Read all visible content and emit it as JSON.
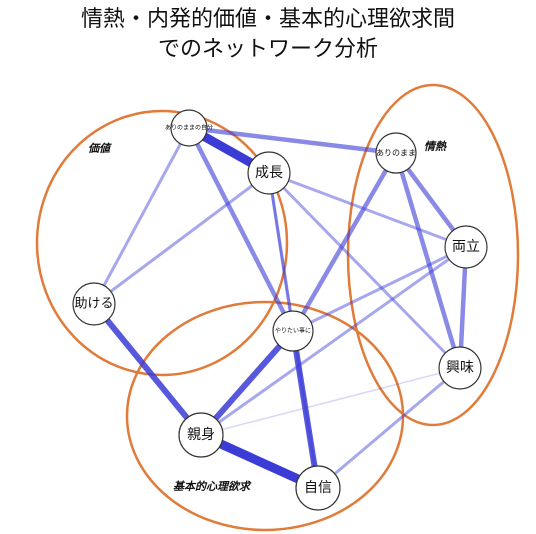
{
  "title": {
    "line1": "情熱・内発的価値・基本的心理欲求間",
    "line2": "でのネットワーク分析"
  },
  "groups": [
    {
      "id": "value",
      "label": "価値"
    },
    {
      "id": "passion",
      "label": "情熱"
    },
    {
      "id": "needs",
      "label": "基本的心理欲求"
    }
  ],
  "nodes": [
    {
      "id": "arinomama_kachi",
      "label": "ありのままの自分"
    },
    {
      "id": "seicho",
      "label": "成長"
    },
    {
      "id": "tasukeru",
      "label": "助ける"
    },
    {
      "id": "arinomama",
      "label": "ありのまま"
    },
    {
      "id": "ryoritsu",
      "label": "両立"
    },
    {
      "id": "kyomi",
      "label": "興味"
    },
    {
      "id": "yaritai",
      "label": "やりたい事に"
    },
    {
      "id": "shinmi",
      "label": "親身"
    },
    {
      "id": "jishin",
      "label": "自信"
    }
  ],
  "edges": [
    {
      "from": "arinomama_kachi",
      "to": "seicho",
      "strength": "strong"
    },
    {
      "from": "arinomama_kachi",
      "to": "arinomama",
      "strength": "medium"
    },
    {
      "from": "arinomama_kachi",
      "to": "tasukeru",
      "strength": "weak"
    },
    {
      "from": "arinomama_kachi",
      "to": "yaritai",
      "strength": "medium"
    },
    {
      "from": "seicho",
      "to": "tasukeru",
      "strength": "weak"
    },
    {
      "from": "seicho",
      "to": "ryoritsu",
      "strength": "weak"
    },
    {
      "from": "seicho",
      "to": "kyomi",
      "strength": "weak"
    },
    {
      "from": "seicho",
      "to": "yaritai",
      "strength": "weak"
    },
    {
      "from": "seicho",
      "to": "jishin",
      "strength": "weak"
    },
    {
      "from": "arinomama",
      "to": "ryoritsu",
      "strength": "medium"
    },
    {
      "from": "arinomama",
      "to": "kyomi",
      "strength": "medium"
    },
    {
      "from": "arinomama",
      "to": "yaritai",
      "strength": "medium"
    },
    {
      "from": "ryoritsu",
      "to": "kyomi",
      "strength": "medium"
    },
    {
      "from": "ryoritsu",
      "to": "yaritai",
      "strength": "weak"
    },
    {
      "from": "ryoritsu",
      "to": "shinmi",
      "strength": "weak"
    },
    {
      "from": "kyomi",
      "to": "jishin",
      "strength": "weak"
    },
    {
      "from": "kyomi",
      "to": "shinmi",
      "strength": "faint"
    },
    {
      "from": "tasukeru",
      "to": "shinmi",
      "strength": "medium-strong"
    },
    {
      "from": "yaritai",
      "to": "shinmi",
      "strength": "medium-strong"
    },
    {
      "from": "yaritai",
      "to": "jishin",
      "strength": "medium-strong"
    },
    {
      "from": "shinmi",
      "to": "jishin",
      "strength": "strong"
    }
  ],
  "colors": {
    "edge": "#3b3bd6",
    "group_outline": "#e07b39",
    "node_fill": "#ffffff",
    "node_stroke": "#333333"
  }
}
